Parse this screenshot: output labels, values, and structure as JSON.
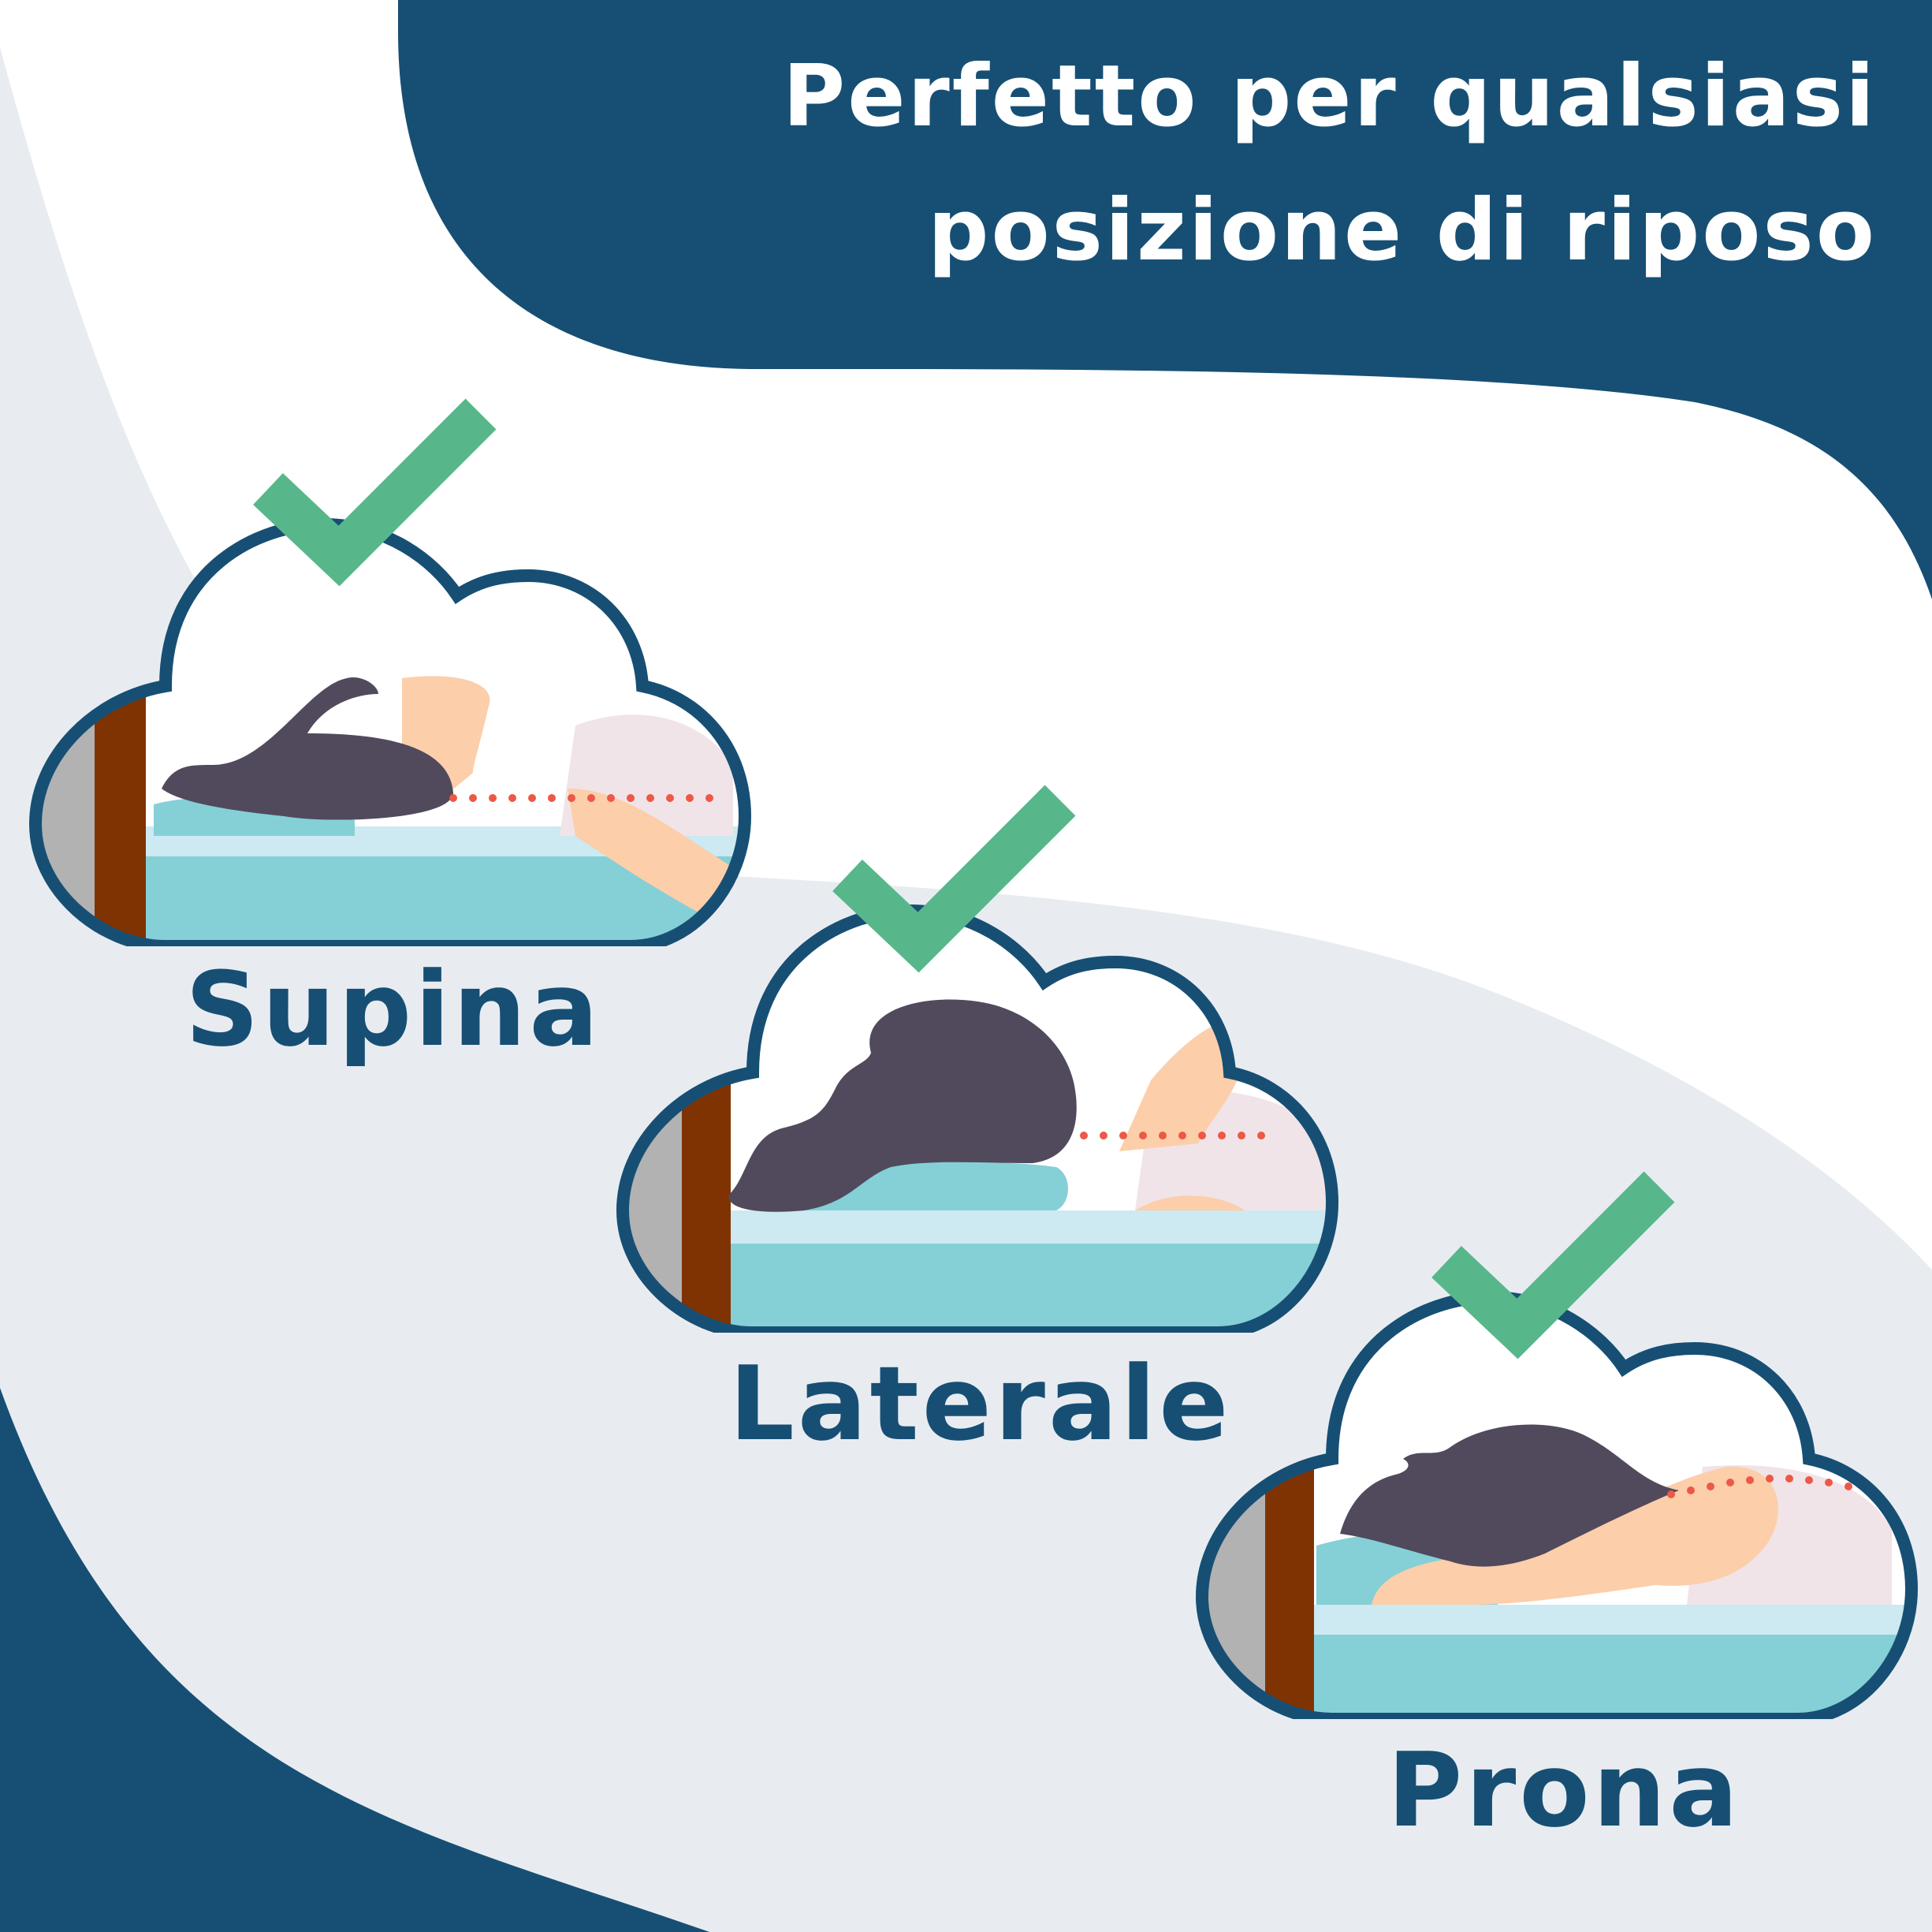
{
  "headline": {
    "line1": "Perfetto per qualsiasi",
    "line2": "posizione di riposo"
  },
  "positions": [
    {
      "label": "Supina",
      "icon": "check-icon"
    },
    {
      "label": "Laterale",
      "icon": "check-icon"
    },
    {
      "label": "Prona",
      "icon": "check-icon"
    }
  ],
  "colors": {
    "navy": "#174f74",
    "light_band": "#e8ecf1",
    "check_green": "#57b78b",
    "mattress_teal": "#84d0d6",
    "mattress_light": "#cde9f1",
    "hair": "#514a5c",
    "skin": "#fcceaa",
    "headboard": "#803302",
    "wall_grey": "#b2b2b2",
    "spine_dots": "#ee5845"
  }
}
